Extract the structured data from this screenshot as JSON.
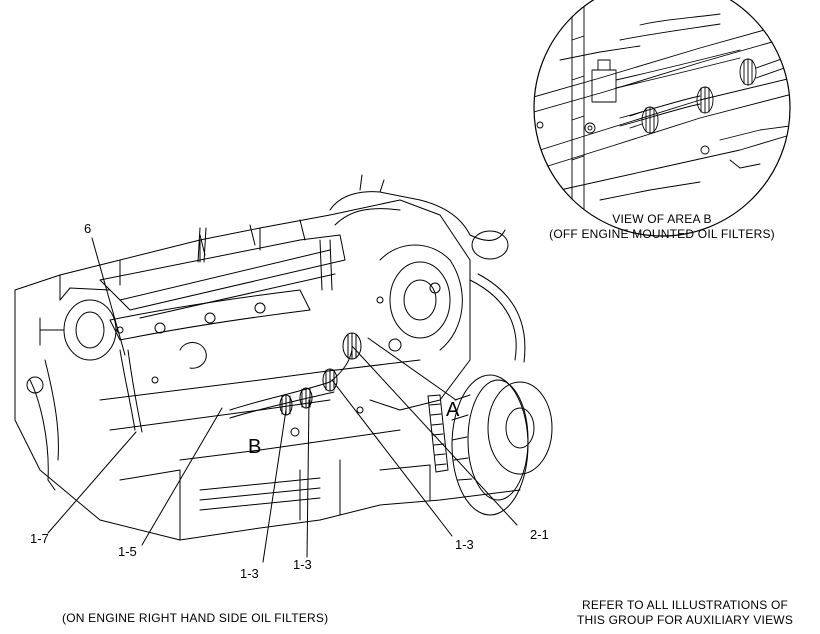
{
  "callouts": {
    "c6": "6",
    "c1_7": "1-7",
    "c1_5": "1-5",
    "c1_3_a": "1-3",
    "c1_3_b": "1-3",
    "c1_3_c": "1-3",
    "c2_1": "2-1"
  },
  "areas": {
    "a": "A",
    "b": "B"
  },
  "captions": {
    "inset_line1": "VIEW OF AREA  B",
    "inset_line2": "(OFF ENGINE MOUNTED OIL FILTERS)",
    "bottom_left": "(ON ENGINE RIGHT HAND SIDE OIL FILTERS)",
    "bottom_right_line1": "REFER TO ALL ILLUSTRATIONS OF",
    "bottom_right_line2": "THIS GROUP FOR AUXILIARY VIEWS"
  },
  "colors": {
    "ink": "#000000",
    "paper": "#ffffff"
  }
}
